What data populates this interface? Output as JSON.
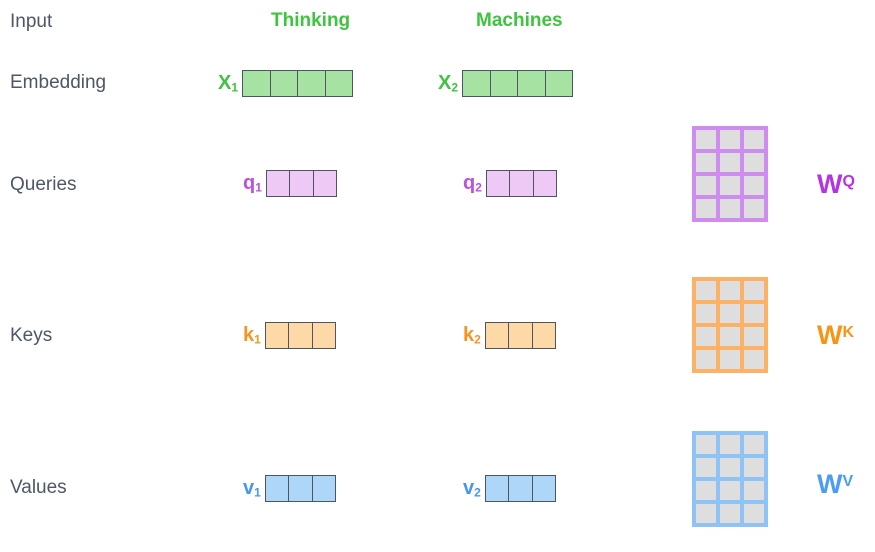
{
  "rows": {
    "input": "Input",
    "embedding": "Embedding",
    "queries": "Queries",
    "keys": "Keys",
    "values": "Values"
  },
  "columns": [
    {
      "header": "Thinking"
    },
    {
      "header": "Machines"
    }
  ],
  "vectors": {
    "x1": {
      "label": "X",
      "sub": "1",
      "cells": 4
    },
    "x2": {
      "label": "X",
      "sub": "2",
      "cells": 4
    },
    "q1": {
      "label": "q",
      "sub": "1",
      "cells": 3
    },
    "q2": {
      "label": "q",
      "sub": "2",
      "cells": 3
    },
    "k1": {
      "label": "k",
      "sub": "1",
      "cells": 3
    },
    "k2": {
      "label": "k",
      "sub": "2",
      "cells": 3
    },
    "v1": {
      "label": "v",
      "sub": "1",
      "cells": 3
    },
    "v2": {
      "label": "v",
      "sub": "2",
      "cells": 3
    }
  },
  "matrices": {
    "wq": {
      "label": "W",
      "sup": "Q",
      "rows": 4,
      "cols": 3,
      "cells": 12
    },
    "wk": {
      "label": "W",
      "sup": "K",
      "rows": 4,
      "cols": 3,
      "cells": 12
    },
    "wv": {
      "label": "W",
      "sup": "V",
      "rows": 4,
      "cols": 3,
      "cells": 12
    }
  },
  "colors": {
    "label-text": "#4d5766",
    "green": "#3ec43e",
    "green-fill": "#a6e2a1",
    "purple-label": "#bf4fdf",
    "purple-fill": "#eec9f6",
    "purple-matrix": "#cf8cef",
    "purple-w": "#b434e0",
    "orange-label": "#f8941d",
    "orange-fill": "#fcd9a6",
    "orange-matrix": "#fbb266",
    "orange-w": "#f89412",
    "blue-label": "#4598ef",
    "blue-fill": "#aed6f8",
    "blue-matrix": "#90c3f5",
    "blue-w": "#4a9df2",
    "vector-border": "#4d5560",
    "matrix-cell": "#dedede"
  }
}
